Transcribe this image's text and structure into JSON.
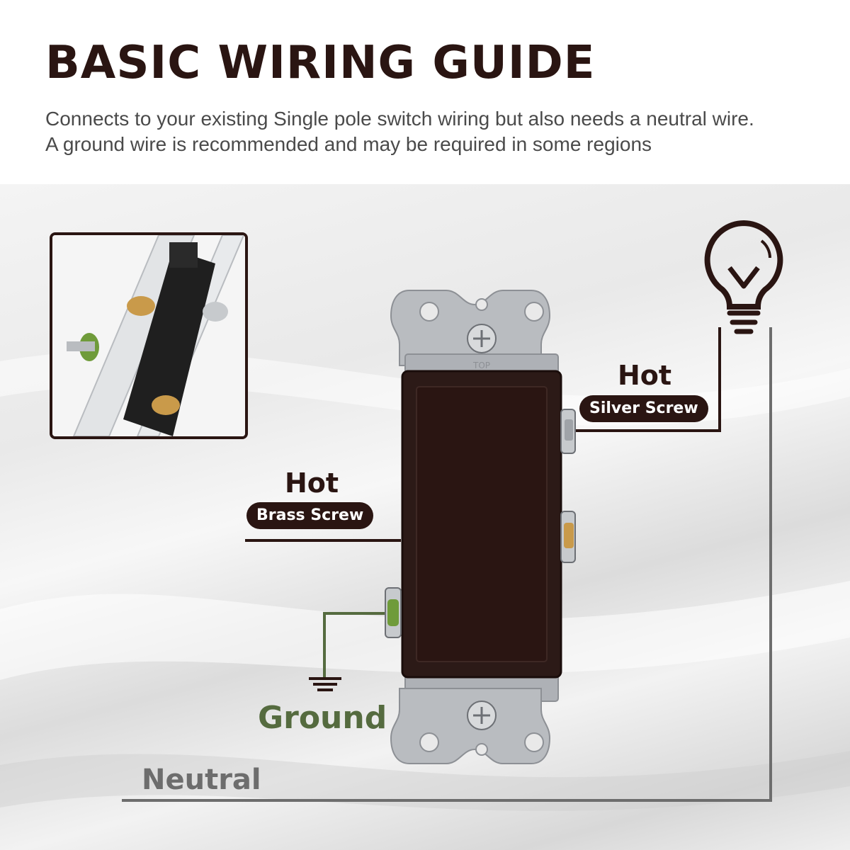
{
  "header": {
    "title": "BASIC WIRING GUIDE",
    "subtitle_line1": "Connects to your existing Single pole switch wiring but also needs a neutral wire.",
    "subtitle_line2": "A ground wire is recommended and may be required in some regions"
  },
  "labels": {
    "hot_right": "Hot",
    "silver_screw": "Silver Screw",
    "hot_left": "Hot",
    "brass_screw": "Brass Screw",
    "ground": "Ground",
    "neutral": "Neutral"
  },
  "colors": {
    "dark_brown": "#2a1512",
    "ground_green": "#556b3f",
    "neutral_gray": "#6d6d6d",
    "silver": "#b9bcc0",
    "brass": "#c99a4a"
  },
  "icons": {
    "bulb": "light-bulb-icon",
    "ground": "ground-symbol-icon"
  },
  "switch": {
    "plate_mark": "TOP"
  }
}
